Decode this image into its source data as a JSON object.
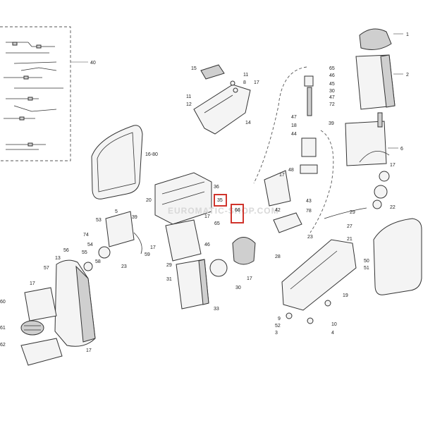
{
  "watermark": "EUROMATIC-SHOP.COM",
  "highlight_color": "#d0342c",
  "labels": {
    "l1": "1",
    "l2": "2",
    "l3": "6",
    "l4": "17",
    "l5": "40",
    "l6": "15",
    "l7": "11",
    "l8": "8",
    "l9": "17",
    "l10": "11",
    "l11": "12",
    "l12": "14",
    "l13": "65",
    "l14": "46",
    "l15": "45",
    "l16": "30",
    "l17": "47",
    "l18": "72",
    "l19": "47",
    "l20": "18",
    "l21": "44",
    "l22": "39",
    "l23": "16-80",
    "l24": "36",
    "l25": "35",
    "l26": "66",
    "l27": "65",
    "l28": "17",
    "l29": "43",
    "l30": "42",
    "l31": "48",
    "l32": "78",
    "l33": "23",
    "l34": "17",
    "l35": "22",
    "l36": "20",
    "l37": "5",
    "l38": "39",
    "l39": "53",
    "l40": "74",
    "l41": "54",
    "l42": "55",
    "l43": "56",
    "l44": "58",
    "l45": "23",
    "l46": "59",
    "l47": "17",
    "l48": "13",
    "l49": "57",
    "l50": "17",
    "l51": "60",
    "l52": "61",
    "l53": "62",
    "l54": "17",
    "l55": "46",
    "l56": "29",
    "l57": "31",
    "l58": "28",
    "l59": "17",
    "l60": "30",
    "l61": "33",
    "l62": "29",
    "l63": "27",
    "l64": "21",
    "l65": "50",
    "l66": "51",
    "l67": "19",
    "l68": "9",
    "l69": "52",
    "l70": "3",
    "l71": "10",
    "l72": "4"
  }
}
